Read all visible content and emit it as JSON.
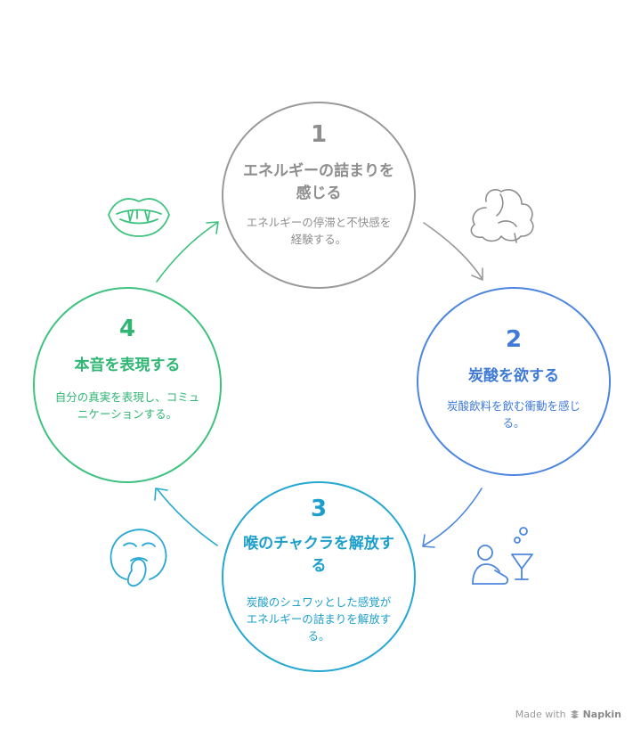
{
  "steps": [
    {
      "number": "1",
      "title": "エネルギーの詰まりを感じる",
      "description": "エネルギーの停滞と不快感を経験する。",
      "color": "#9a9a9a",
      "icon": "brain-icon"
    },
    {
      "number": "2",
      "title": "炭酸を欲する",
      "description": "炭酸飲料を飲む衝動を感じる。",
      "color": "#4d86df",
      "icon": "person-cocktail-icon"
    },
    {
      "number": "3",
      "title": "喉のチャクラを解放する",
      "description": "炭酸のシュワッとした感覚がエネルギーの詰まりを解放する。",
      "color": "#27a8d2",
      "icon": "yawning-face-icon"
    },
    {
      "number": "4",
      "title": "本音を表現する",
      "description": "自分の真実を表現し、コミュニケーションする。",
      "color": "#3fc27f",
      "icon": "mouth-fangs-icon"
    }
  ],
  "footer": {
    "made_with": "Made with",
    "brand": "Napkin"
  }
}
